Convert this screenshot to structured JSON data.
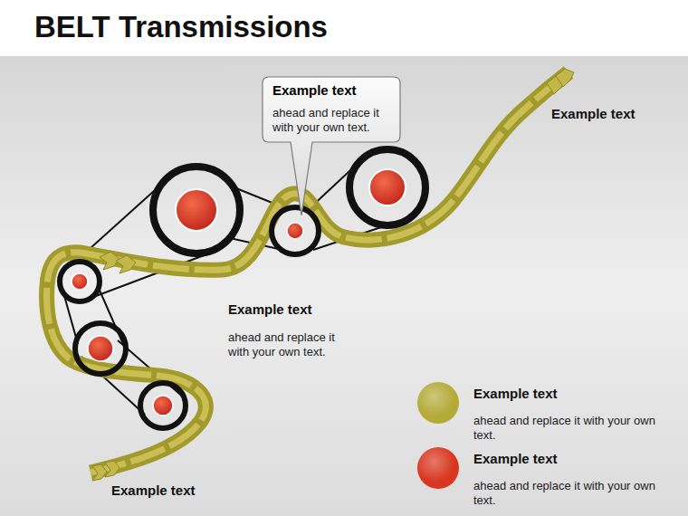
{
  "diagram": {
    "title": "BELT Transmissions",
    "nodes": [
      {
        "text": [
          "Example text",
          "ahead and replace it with your own text."
        ]
      }
    ],
    "labels": [
      "Example text",
      "Example text",
      "ahead and replace it with your own text.",
      "Example text",
      "ahead and replace it with your own text.",
      "ahead and replace it with your own text."
    ],
    "legend": [
      {
        "text": "Example text",
        "color": "#b3aa38"
      },
      {
        "text": "Example text",
        "color": "#d9361f"
      }
    ]
  }
}
